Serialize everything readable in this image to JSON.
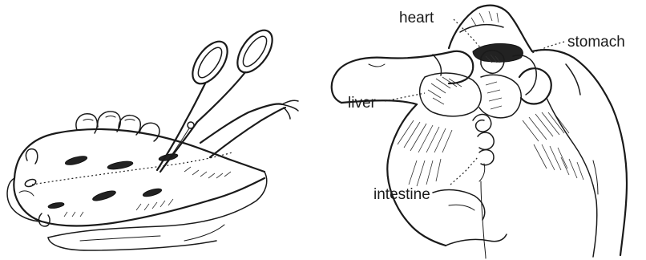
{
  "labels": {
    "heart": "heart",
    "stomach": "stomach",
    "liver": "liver",
    "intestine": "intestine"
  }
}
